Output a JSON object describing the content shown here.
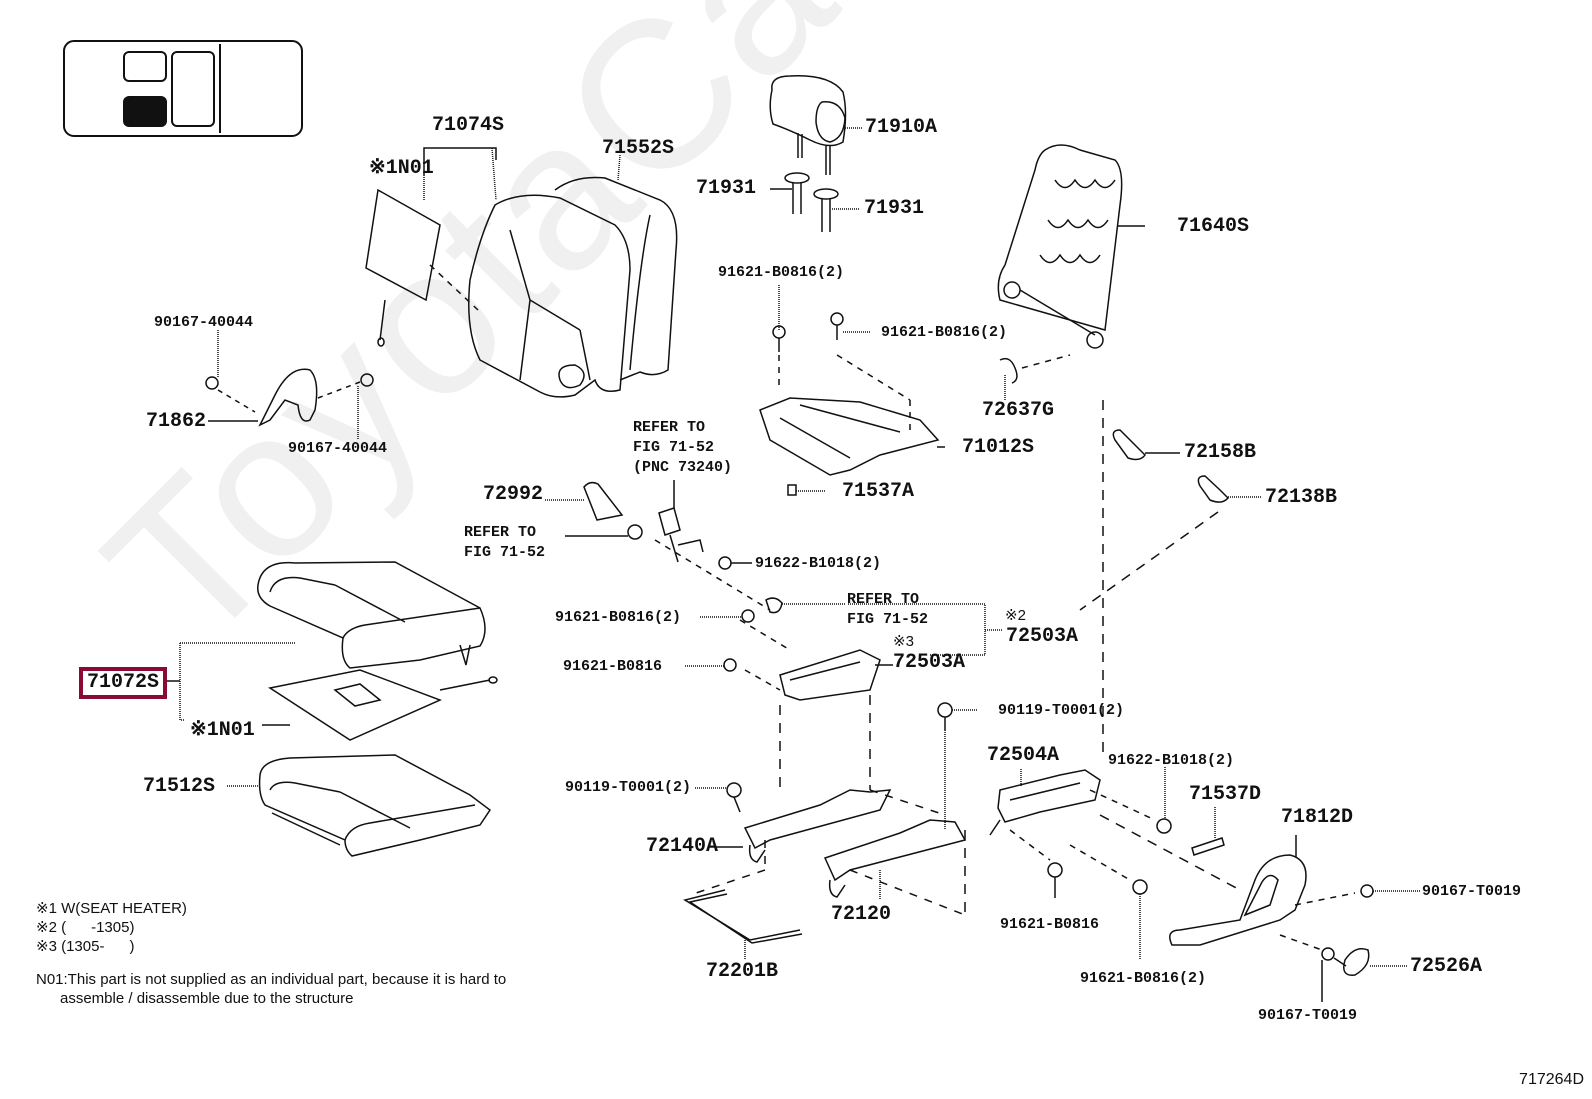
{
  "diagram": {
    "watermark": "ToyotaCarMine.ru",
    "figure_id": "717264D",
    "selected_part": "71072S",
    "highlight_color": "#8b0a35",
    "locator_icon": "seat-position-locator-icon",
    "parts": {
      "p71074S": "71074S",
      "p71552S": "71552S",
      "n01_top": "※1N01",
      "p90167_40044_a": "90167-40044",
      "p90167_40044_b": "90167-40044",
      "p71862": "71862",
      "p71910A": "71910A",
      "p71931_a": "71931",
      "p71931_b": "71931",
      "p91621_B0816_2_a": "91621-B0816(2)",
      "p91621_B0816_2_b": "91621-B0816(2)",
      "p71640S": "71640S",
      "p72637G": "72637G",
      "p71012S": "71012S",
      "p71537A": "71537A",
      "p72158B": "72158B",
      "p72138B": "72138B",
      "p72992": "72992",
      "p91622_B1018_2_a": "91622-B1018(2)",
      "p91621_B0816_2_c": "91621-B0816(2)",
      "p91621_B0816_a": "91621-B0816",
      "note3": "※3",
      "p72503A_a": "72503A",
      "note2": "※2",
      "p72503A_b": "72503A",
      "p71072S": "71072S",
      "n01_bottom": "※1N01",
      "p71512S": "71512S",
      "p90119_T0001_2_a": "90119-T0001(2)",
      "p90119_T0001_2_b": "90119-T0001(2)",
      "p72504A": "72504A",
      "p91622_B1018_2_b": "91622-B1018(2)",
      "p71537D": "71537D",
      "p71812D": "71812D",
      "p72140A": "72140A",
      "p72120": "72120",
      "p91621_B0816_b": "91621-B0816",
      "p91621_B0816_2_d": "91621-B0816(2)",
      "p72201B": "72201B",
      "p90167_T0019_a": "90167-T0019",
      "p90167_T0019_b": "90167-T0019",
      "p72526A": "72526A"
    },
    "references": {
      "belt_1": "REFER TO",
      "belt_2": "FIG 71-52",
      "belt_3": "(PNC 73240)",
      "cap_1": "REFER TO",
      "cap_2": "FIG 71-52",
      "clip_1": "REFER TO",
      "clip_2": "FIG 71-52"
    },
    "notes": {
      "n1": "※1 W(SEAT HEATER)",
      "n2": "※2 (      -1305)",
      "n3": "※3 (1305-      )",
      "n01_line1": "N01:This part is not supplied as an individual part, because it is hard to",
      "n01_line2": "assemble / disassemble due to the structure"
    }
  }
}
